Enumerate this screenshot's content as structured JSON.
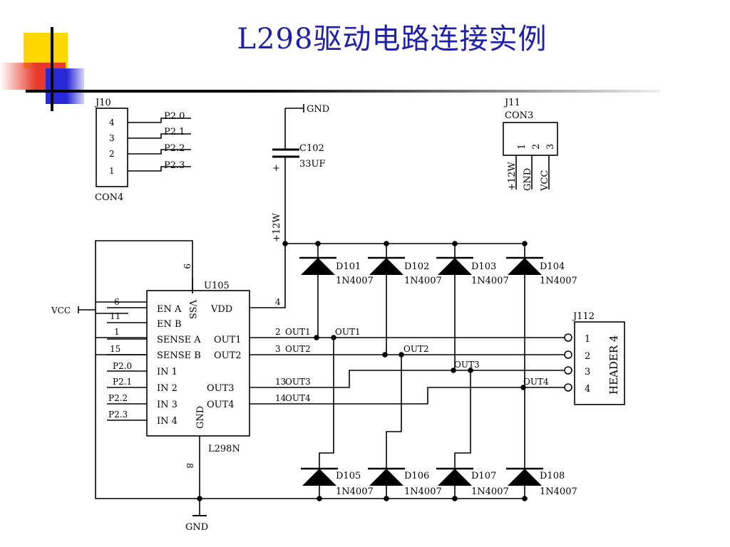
{
  "slide": {
    "title": "L298驱动电路连接实例"
  },
  "colors": {
    "title": "#1f1fa8",
    "accent_yellow": "#ffd700",
    "accent_red": "#e8392a",
    "accent_blue": "#2828d8"
  },
  "schematic": {
    "j10": {
      "ref": "J10",
      "name": "CON4",
      "pins": [
        "4",
        "3",
        "2",
        "1"
      ],
      "nets": [
        "P2.0",
        "P2.1",
        "P2.2",
        "P2.3"
      ]
    },
    "j11": {
      "ref": "J11",
      "name": "CON3",
      "pins": [
        "1",
        "2",
        "3"
      ],
      "nets": [
        "+12W",
        "GND",
        "VCC"
      ]
    },
    "j112": {
      "ref": "J112",
      "name": "HEADER 4",
      "pins": [
        "1",
        "2",
        "3",
        "4"
      ]
    },
    "cap": {
      "ref": "C102",
      "value": "33UF",
      "plus": "+"
    },
    "gnd": "GND",
    "supply": "+12W",
    "vcc": "VCC",
    "ic": {
      "ref": "U105",
      "part": "L298N",
      "left_labels": [
        "EN A",
        "EN B",
        "SENSE A",
        "SENSE B",
        "IN 1",
        "IN 2",
        "IN 3",
        "IN 4"
      ],
      "right_labels": [
        "VDD",
        "OUT1",
        "OUT2",
        "OUT3",
        "OUT4"
      ],
      "vss": "VSS",
      "gnd": "GND",
      "left_pins": [
        "6",
        "11",
        "1",
        "15"
      ],
      "input_nets": [
        "P2.0",
        "P2.1",
        "P2.2",
        "P2.3"
      ],
      "vss_pin": "9",
      "vdd_pin": "4",
      "gnd_pin": "8",
      "out_pins": [
        "2",
        "3",
        "13",
        "14"
      ]
    },
    "out_nets": [
      "OUT1",
      "OUT2",
      "OUT3",
      "OUT4"
    ],
    "diodes": [
      {
        "ref": "D101",
        "part": "1N4007"
      },
      {
        "ref": "D102",
        "part": "1N4007"
      },
      {
        "ref": "D103",
        "part": "1N4007"
      },
      {
        "ref": "D104",
        "part": "1N4007"
      },
      {
        "ref": "D105",
        "part": "1N4007"
      },
      {
        "ref": "D106",
        "part": "1N4007"
      },
      {
        "ref": "D107",
        "part": "1N4007"
      },
      {
        "ref": "D108",
        "part": "1N4007"
      }
    ]
  }
}
